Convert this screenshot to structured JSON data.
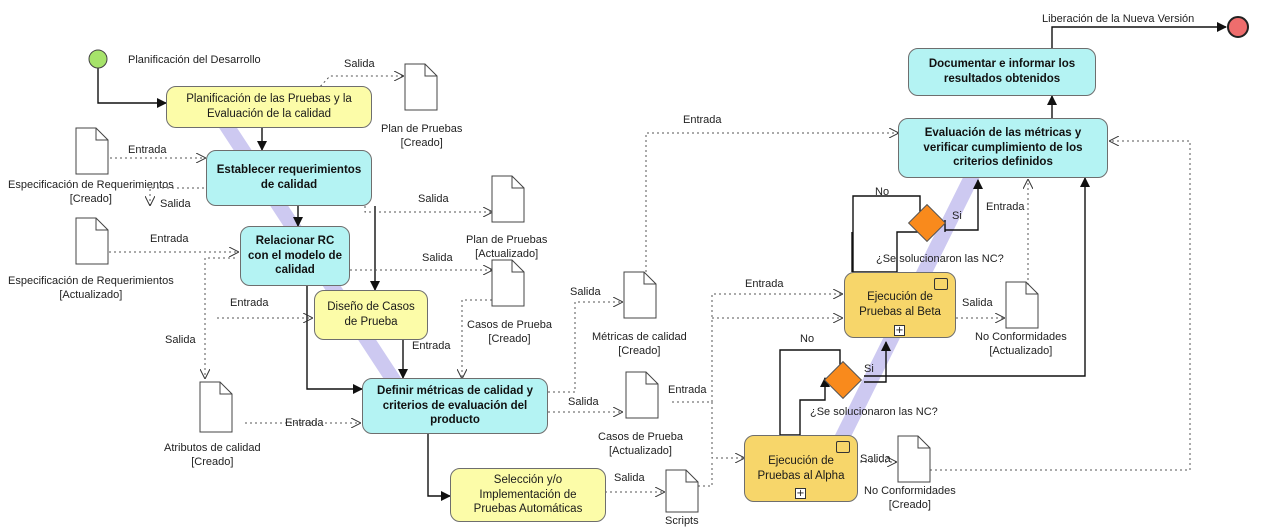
{
  "start_label": "Planificación del Desarrollo",
  "end_label": "Liberación de la Nueva Versión",
  "colors": {
    "start": "#a6e36a",
    "end": "#ee6d6d",
    "yellow": "#fcfca8",
    "cyan": "#b4f3f3",
    "gold": "#f7d66a",
    "diamond": "#f98a1c",
    "flow": "#c8c3f0"
  },
  "activities": {
    "planificacion": "Planificación de las Pruebas y la Evaluación de la calidad",
    "establecer": "Establecer requerimientos de calidad",
    "relacionar": "Relacionar RC con el modelo de calidad",
    "diseno": "Diseño de Casos de Prueba",
    "definir": "Definir métricas de calidad y criterios de evaluación del producto",
    "seleccion": "Selección y/o Implementación de Pruebas Automáticas",
    "alpha": "Ejecución de Pruebas al Alpha",
    "beta": "Ejecución de Pruebas al Beta",
    "evaluacion": "Evaluación de las métricas y verificar cumplimiento de los criterios definidos",
    "documentar": "Documentar e informar los resultados obtenidos"
  },
  "documents": {
    "plan_creado": [
      "Plan de Pruebas",
      "[Creado]"
    ],
    "espec_creado": [
      "Especificación de Requerimientos",
      "[Creado]"
    ],
    "espec_actualizado": [
      "Especificación de Requerimientos",
      "[Actualizado]"
    ],
    "plan_actualizado": [
      "Plan de Pruebas",
      "[Actualizado]"
    ],
    "casos_creado": [
      "Casos de Prueba",
      "[Creado]"
    ],
    "atributos": [
      "Atributos de calidad",
      "[Creado]"
    ],
    "metricas": [
      "Métricas de calidad",
      "[Creado]"
    ],
    "casos_actualizado": [
      "Casos de Prueba",
      "[Actualizado]"
    ],
    "scripts": [
      "Scripts"
    ],
    "nc_actualizado": [
      "No Conformidades",
      "[Actualizado]"
    ],
    "nc_creado": [
      "No Conformidades",
      "[Creado]"
    ]
  },
  "edge_labels": {
    "salida": "Salida",
    "entrada": "Entrada",
    "no": "No",
    "si": "Si"
  },
  "decisions": {
    "alpha_q": "¿Se solucionaron las NC?",
    "beta_q": "¿Se solucionaron las NC?"
  }
}
